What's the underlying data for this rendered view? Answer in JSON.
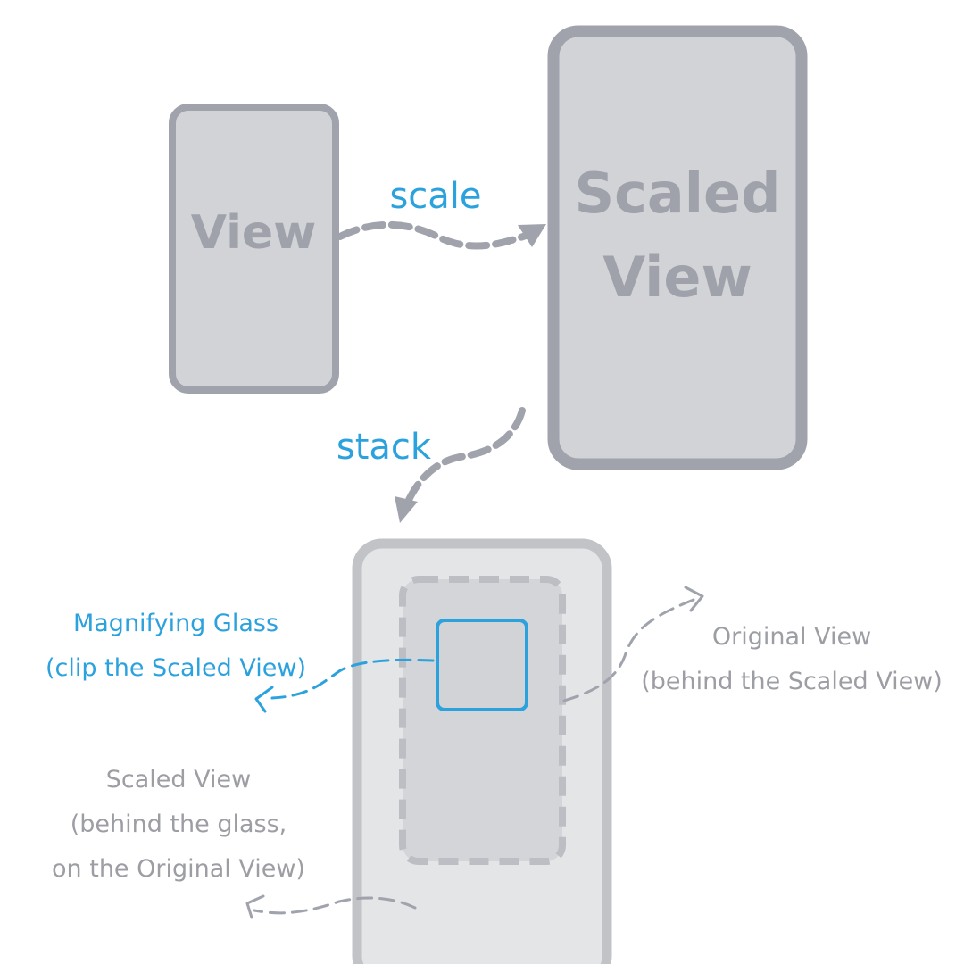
{
  "labels": {
    "view": "View",
    "scaled_line1": "Scaled",
    "scaled_line2": "View",
    "scale_arrow": "scale",
    "stack_arrow": "stack",
    "magnifier_line1": "Magnifying Glass",
    "magnifier_line2": "(clip the Scaled View)",
    "original_line1": "Original View",
    "original_line2": "(behind the Scaled View)",
    "scaled_behind_line1": "Scaled View",
    "scaled_behind_line2": "(behind the glass,",
    "scaled_behind_line3": "on the Original View)"
  },
  "colors": {
    "box_fill": "#d1d3d6",
    "box_stroke": "#a0a3ac",
    "bold_text": "#9fa2ab",
    "accent_blue": "#2ba2dd",
    "gray_text": "#9c9ea4",
    "outer_fill": "#e4e5e6",
    "outer_stroke": "#c2c3c7",
    "dashed_stroke": "#bcbec3"
  }
}
